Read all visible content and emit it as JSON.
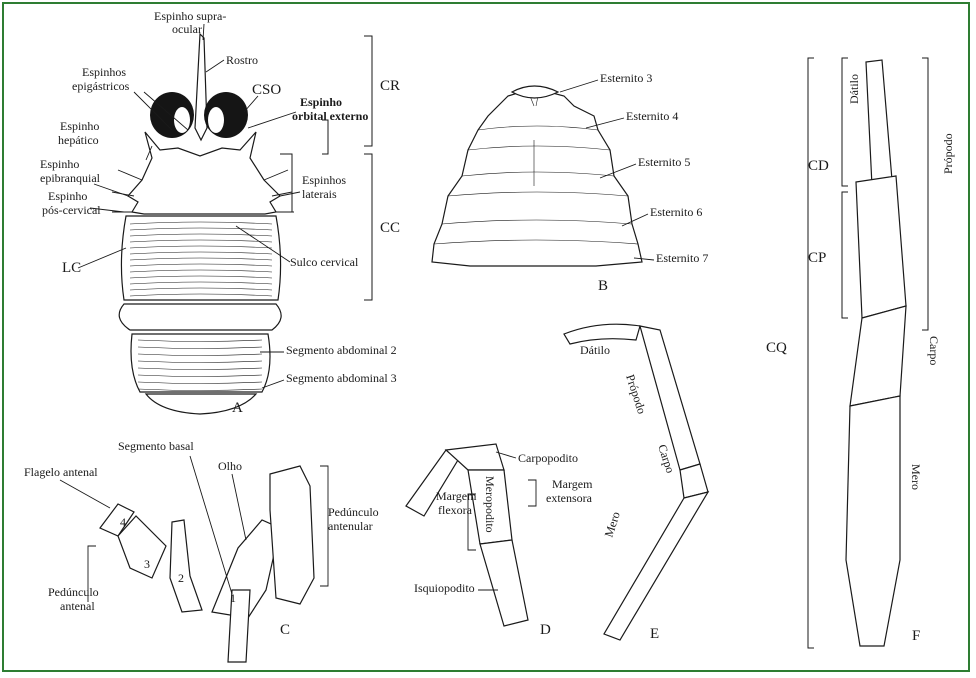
{
  "figure": {
    "panel_a": {
      "letter": "A",
      "labels": {
        "supraocular": [
          "Espinho supra-",
          "ocular"
        ],
        "rostro": "Rostro",
        "epigastric": [
          "Espinhos",
          "epigástricos"
        ],
        "cso": "CSO",
        "orbital": [
          "Espinho",
          "orbital externo"
        ],
        "hepatic": [
          "Espinho",
          "hepático"
        ],
        "epibranchial": [
          "Espinho",
          "epibranquial"
        ],
        "postcervical": [
          "Espinho",
          "pós-cervical"
        ],
        "lateral": [
          "Espinhos",
          "laterais"
        ],
        "cervical": "Sulco cervical",
        "lc": "LC",
        "seg2": "Segmento abdominal 2",
        "seg3": "Segmento abdominal 3",
        "cr": "CR",
        "cc": "CC"
      }
    },
    "panel_b": {
      "letter": "B",
      "labels": [
        "Esternito 3",
        "Esternito 4",
        "Esternito 5",
        "Esternito 6",
        "Esternito 7"
      ]
    },
    "panel_c": {
      "letter": "C",
      "labels": {
        "basal": "Segmento basal",
        "olho": "Olho",
        "flagelo": "Flagelo antenal",
        "antenal": [
          "Pedúnculo",
          "antenal"
        ],
        "antenular": [
          "Pedúnculo",
          "antenular"
        ],
        "n1": "1",
        "n2": "2",
        "n3": "3",
        "n4": "4"
      }
    },
    "panel_d": {
      "letter": "D",
      "labels": {
        "carpo": "Carpopodito",
        "mero": "Meropodito",
        "flexora": [
          "Margem",
          "flexora"
        ],
        "extensora": [
          "Margem",
          "extensora"
        ],
        "isquio": "Isquiopodito"
      }
    },
    "panel_e": {
      "letter": "E",
      "labels": {
        "dactyl": "Dátilo",
        "propodus": "Própodo",
        "carpus": "Carpo",
        "merus": "Mero"
      }
    },
    "panel_f": {
      "letter": "F",
      "labels": {
        "cd": "CD",
        "cp": "CP",
        "cq": "CQ",
        "dactyl": "Dátilo",
        "propodus": "Própodo",
        "carpus": "Carpo",
        "merus": "Mero"
      }
    },
    "colors": {
      "border": "#2e7d32",
      "ink": "#1a1a1a"
    }
  }
}
